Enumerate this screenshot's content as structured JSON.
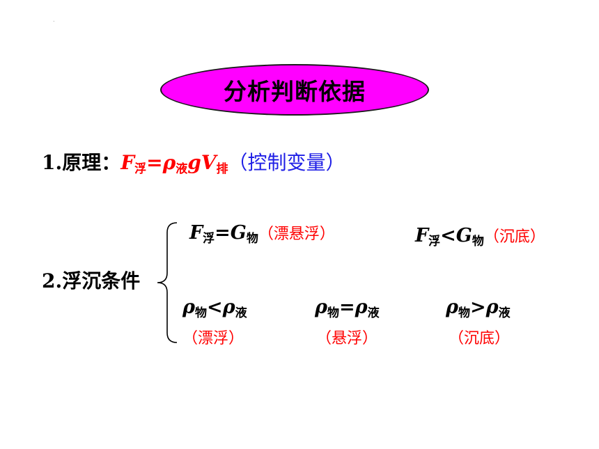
{
  "marker": ".",
  "title": "分析判断依据",
  "principle": {
    "label": "1.原理：",
    "F": "F",
    "F_sub": "浮",
    "eq": "=",
    "rho": "ρ",
    "rho_sub": "液",
    "g": "g",
    "V": "V",
    "V_sub": "排",
    "note": "（控制变量）"
  },
  "conditions": {
    "label": "2.浮沉条件",
    "force_equal": {
      "F": "F",
      "F_sub": "浮",
      "op": "=",
      "G": "G",
      "G_sub": "物",
      "note": "（漂悬浮）"
    },
    "force_less": {
      "F": "F",
      "F_sub": "浮",
      "op": "<",
      "G": "G",
      "G_sub": "物",
      "note": "（沉底）"
    },
    "density": [
      {
        "rho": "ρ",
        "sub1": "物",
        "op": "<",
        "rho2": "ρ",
        "sub2": "液",
        "note": "（漂浮）"
      },
      {
        "rho": "ρ",
        "sub1": "物",
        "op": "=",
        "rho2": "ρ",
        "sub2": "液",
        "note": "（悬浮）"
      },
      {
        "rho": "ρ",
        "sub1": "物",
        "op": ">",
        "rho2": "ρ",
        "sub2": "液",
        "note": "（沉底）"
      }
    ]
  }
}
